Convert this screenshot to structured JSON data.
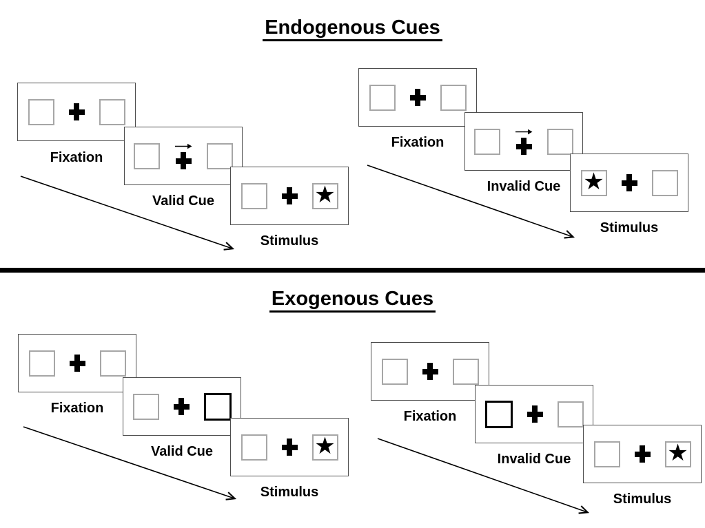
{
  "sections": [
    {
      "title": "Endogenous Cues",
      "cascades": [
        {
          "name": "valid",
          "screens": [
            {
              "label": "Fixation",
              "kind": "fixation"
            },
            {
              "label": "Valid Cue",
              "kind": "central-arrow-cue",
              "cue_direction": "right"
            },
            {
              "label": "Stimulus",
              "kind": "stimulus",
              "star_side": "right"
            }
          ]
        },
        {
          "name": "invalid",
          "screens": [
            {
              "label": "Fixation",
              "kind": "fixation"
            },
            {
              "label": "Invalid Cue",
              "kind": "central-arrow-cue",
              "cue_direction": "right"
            },
            {
              "label": "Stimulus",
              "kind": "stimulus",
              "star_side": "left"
            }
          ]
        }
      ]
    },
    {
      "title": "Exogenous Cues",
      "cascades": [
        {
          "name": "valid",
          "screens": [
            {
              "label": "Fixation",
              "kind": "fixation"
            },
            {
              "label": "Valid Cue",
              "kind": "peripheral-box-cue",
              "bold_box_side": "right"
            },
            {
              "label": "Stimulus",
              "kind": "stimulus",
              "star_side": "right"
            }
          ]
        },
        {
          "name": "invalid",
          "screens": [
            {
              "label": "Fixation",
              "kind": "fixation"
            },
            {
              "label": "Invalid Cue",
              "kind": "peripheral-box-cue",
              "bold_box_side": "left"
            },
            {
              "label": "Stimulus",
              "kind": "stimulus",
              "star_side": "right"
            }
          ]
        }
      ]
    }
  ],
  "glyphs": {
    "star": "★"
  },
  "colors": {
    "background": "#ffffff",
    "screen_border": "#4d4d4d",
    "placeholder_border": "#a6a6a6",
    "bold_cue_border": "#000000",
    "divider": "#000000",
    "text": "#000000"
  }
}
